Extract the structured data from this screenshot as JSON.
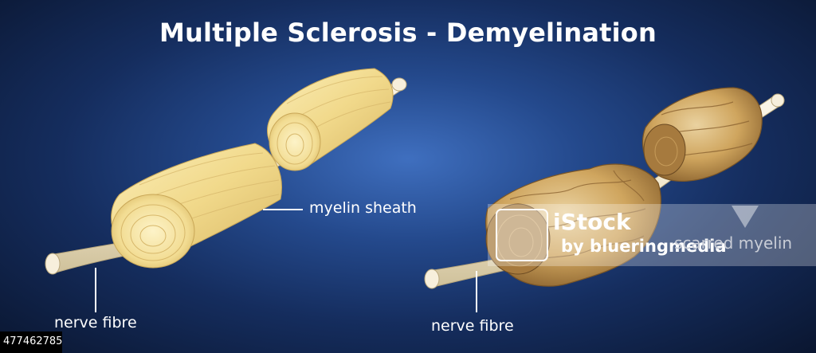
{
  "title": "Multiple Sclerosis - Demyelination",
  "labels": {
    "myelin_sheath": "myelin sheath",
    "nerve_fibre_left": "nerve fibre",
    "nerve_fibre_right": "nerve fibre",
    "scarred_myelin": "scarred myelin"
  },
  "watermark": {
    "brand": "iStock",
    "credit": "by blueringmedia"
  },
  "stock_id": "477462785",
  "colors": {
    "background": "#24498c",
    "myelin": "#f3dc8e",
    "nerve": "#f4ecd6",
    "scarred": "#c89a55",
    "text": "#ffffff"
  }
}
